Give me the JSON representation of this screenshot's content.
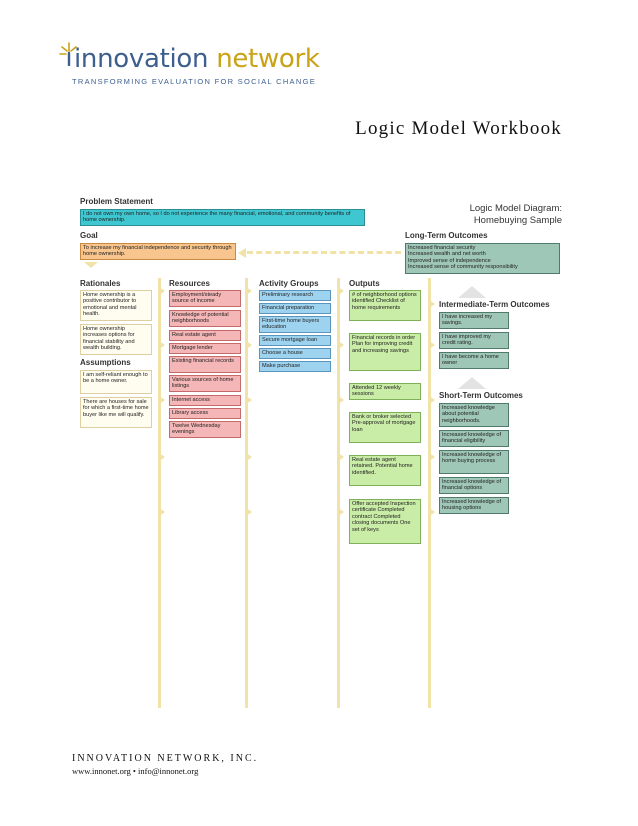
{
  "header": {
    "logo_word_part1": "innovation",
    "logo_word_part2": "network",
    "tagline": "TRANSFORMING EVALUATION FOR SOCIAL CHANGE",
    "doc_title": "Logic Model Workbook"
  },
  "diagram": {
    "title_line1": "Logic Model Diagram:",
    "title_line2": "Homebuying Sample",
    "problem_label": "Problem Statement",
    "problem_text": "I do not own my own home, so I do not experience the many financial, emotional, and community benefits of home ownership.",
    "goal_label": "Goal",
    "goal_text": "To increase my financial independence and security through home ownership.",
    "longterm_label": "Long-Term Outcomes",
    "longterm_items": [
      "Increased financial security",
      "Increased wealth and net worth",
      "Improved sense of independence",
      "Increased sense of community responsibility"
    ],
    "rationales_label": "Rationales",
    "rationales": [
      "Home ownership is a positive contributor to emotional and mental health.",
      "Home ownership increases options for financial stability and wealth building."
    ],
    "assumptions_label": "Assumptions",
    "assumptions": [
      "I am self-reliant enough to be a home owner.",
      "There are houses for sale for which a first-time home buyer like me will qualify."
    ],
    "resources_label": "Resources",
    "resources": [
      "Employment/steady source of income",
      "Knowledge of potential neighborhoods",
      "Real estate agent",
      "Mortgage lender",
      "Existing financial records",
      "Various sources of home listings",
      "Internet access",
      "Library access",
      "Twelve Wednesday evenings"
    ],
    "activities_label": "Activity Groups",
    "activities": [
      "Preliminary research",
      "Financial preparation",
      "First-time home buyers education",
      "Secure mortgage loan",
      "Choose a house",
      "Make purchase"
    ],
    "outputs_label": "Outputs",
    "outputs": [
      "# of neighborhood options identified Checklist of home requirements",
      "Financial records in order Plan for improving credit and increasing savings",
      "Attended 12 weekly sessions",
      "Bank or broker selected Pre-approval of mortgage loan",
      "Real estate agent retained. Potential home identified.",
      "Offer accepted Inspection certificate Completed contract Completed closing documents One set of keys"
    ],
    "intermediate_label": "Intermediate-Term Outcomes",
    "intermediate": [
      "I have increased my savings.",
      "I have improved my credit rating.",
      "I have become a home owner"
    ],
    "shortterm_label": "Short-Term Outcomes",
    "shortterm": [
      "Increased knowledge about potential neighborhoods.",
      "Increased knowledge of financial eligibility",
      "Increased knowledge of home buying process",
      "Increased knowledge of financial options",
      "Increased knowledge of housing options"
    ]
  },
  "footer": {
    "org": "INNOVATION NETWORK, INC.",
    "contact": "www.innonet.org • info@innonet.org"
  },
  "colors": {
    "problem": "#3ec7d1",
    "goal": "#f7c58d",
    "outcomes": "#9fc7b8",
    "resources": "#f4b6b6",
    "activities": "#9ed3f0",
    "outputs": "#c9eca6",
    "brand_blue": "#3d5f8f",
    "brand_gold": "#c9a216"
  }
}
